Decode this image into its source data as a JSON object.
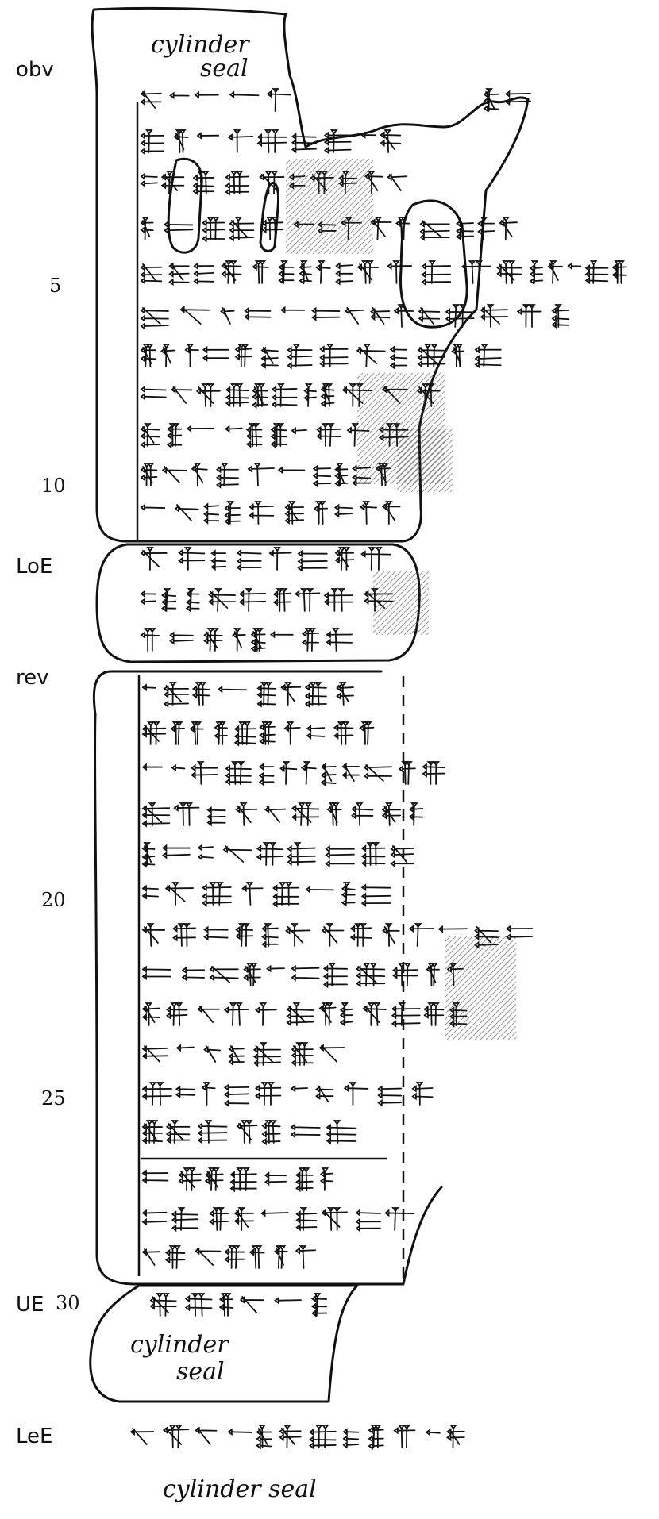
{
  "faces": {
    "obverse": "obv",
    "lower_edge": "LoE",
    "reverse": "rev",
    "upper_edge": "UE",
    "left_edge": "LeE"
  },
  "line_numbers": [
    "5",
    "10",
    "20",
    "25",
    "30"
  ],
  "seal_labels": {
    "obverse_line1": "cylinder",
    "obverse_line2": "seal",
    "upper_edge_line1": "cylinder",
    "upper_edge_line2": "seal",
    "left_edge": "cylinder seal"
  },
  "tablet": {
    "obverse_text_lines": 11,
    "lower_edge_text_lines": 3,
    "reverse_text_lines": 15,
    "upper_edge_text_lines": 1,
    "left_edge_text_lines": 1
  },
  "colors": {
    "ink": "#111111",
    "paper": "#ffffff"
  }
}
